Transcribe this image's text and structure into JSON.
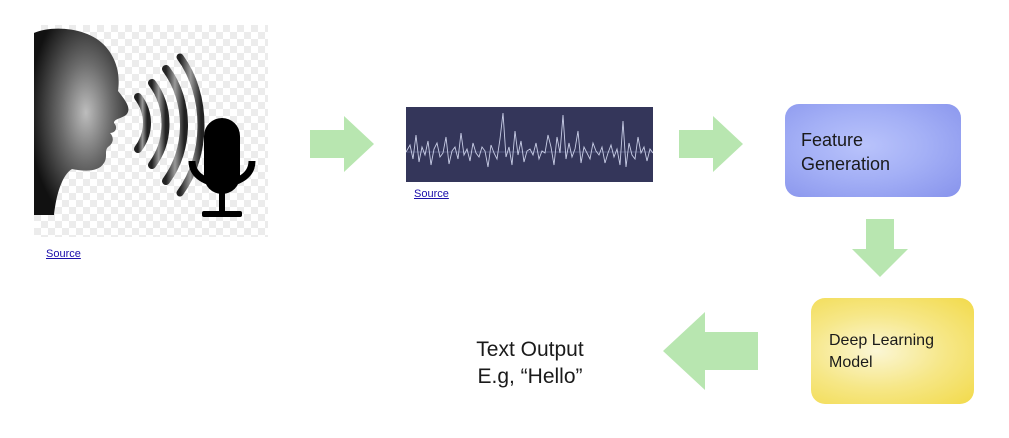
{
  "nodes": {
    "speaker": {
      "source_label": "Source"
    },
    "waveform": {
      "source_label": "Source"
    },
    "feature_generation": {
      "line1": "Feature",
      "line2": "Generation"
    },
    "deep_learning_model": {
      "line1": "Deep Learning",
      "line2": "Model"
    },
    "text_output": {
      "line1": "Text Output",
      "line2": "E.g, “Hello”"
    }
  },
  "colors": {
    "arrow_fill": "#b8e6b0",
    "waveform_bg": "#34365a",
    "waveform_line": "#c8cde6",
    "feature_box": "#a4b0f6",
    "model_box": "#f2da4a",
    "link": "#1a0dab"
  },
  "icons": [
    "speaking-head-icon",
    "microphone-icon",
    "sound-waves-icon"
  ]
}
